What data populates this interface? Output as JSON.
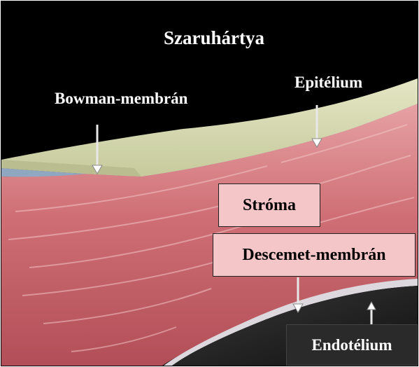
{
  "title": "Szaruhártya",
  "labels": {
    "bowman": "Bowman-membrán",
    "epitelium": "Epitélium",
    "stroma": "Stróma",
    "descemet": "Descemet-membrán",
    "endotelium": "Endotélium"
  },
  "colors": {
    "background": "#000000",
    "epithelium": "#d6dab0",
    "bowman_layer": "#8fa7c0",
    "stroma": "#c9646c",
    "stroma_highlight": "#e6a2a4",
    "descemet_layer": "#dcd8de",
    "label_box_fill": "#f4c6c8",
    "endothelium_box_fill": "#2a2a2a",
    "label_text": "#ffffff",
    "box_text": "#000000"
  }
}
